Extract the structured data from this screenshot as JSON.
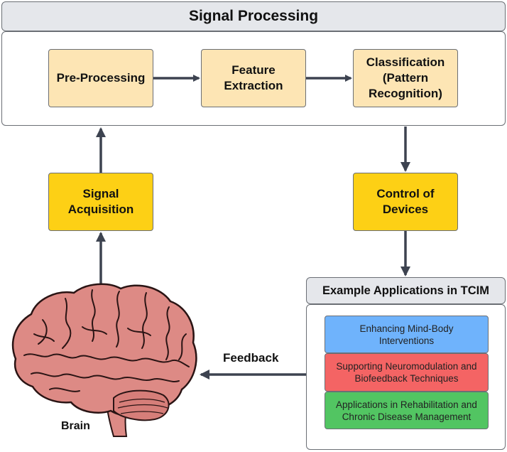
{
  "signal_processing": {
    "title": "Signal Processing",
    "steps": [
      "Pre-Processing",
      "Feature\nExtraction",
      "Classification\n(Pattern\nRecognition)"
    ]
  },
  "signal_acquisition": "Signal\nAcquisition",
  "control_of_devices": "Control of\nDevices",
  "applications": {
    "title": "Example Applications in TCIM",
    "items": [
      {
        "label": "Enhancing Mind-Body\nInterventions",
        "color": "#6fb3fc"
      },
      {
        "label": "Supporting Neuromodulation and\nBiofeedback Techniques",
        "color": "#f46464"
      },
      {
        "label": "Applications in Rehabilitation and\nChronic Disease Management",
        "color": "#52c562"
      }
    ]
  },
  "feedback_label": "Feedback",
  "brain_label": "Brain",
  "colors": {
    "arrow": "#3d4350",
    "panel_border": "#6b6f75",
    "header_fill": "#e5e7eb",
    "step_light": "#fde5b4",
    "step_gold": "#fdd015",
    "brain_fill": "#dd8a85",
    "brain_line": "#2a1414"
  },
  "icons": [
    "brain-icon"
  ]
}
